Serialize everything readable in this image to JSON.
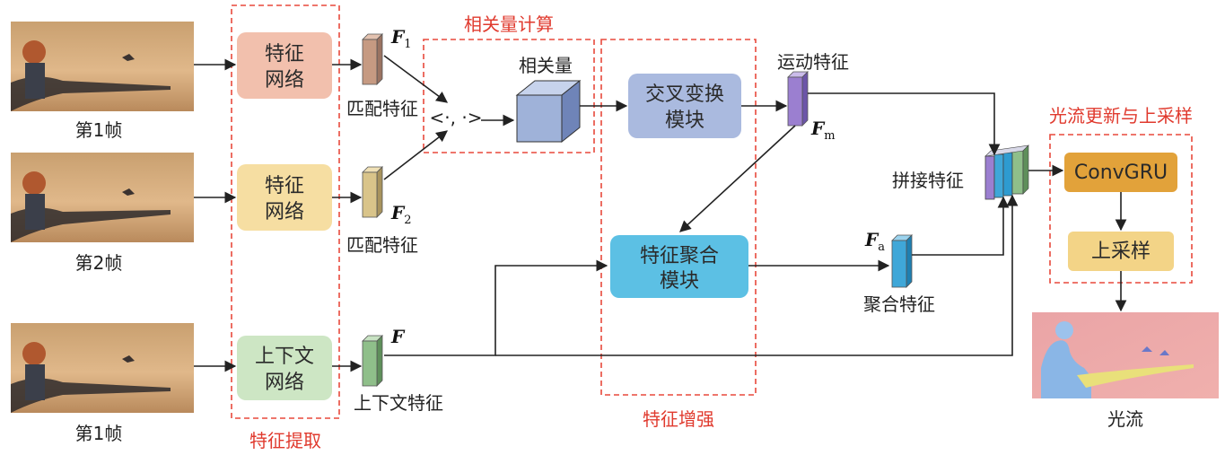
{
  "frames": {
    "frame1_top": {
      "label": "第1帧"
    },
    "frame2": {
      "label": "第2帧"
    },
    "frame1_bottom": {
      "label": "第1帧"
    }
  },
  "groups": {
    "feature_extraction": "特征提取",
    "correlation_calc": "相关量计算",
    "feature_enhance": "特征增强",
    "flow_update": "光流更新与上采样"
  },
  "modules": {
    "feature_net_1": {
      "line1": "特征",
      "line2": "网络",
      "color": "#f2c0ad"
    },
    "feature_net_2": {
      "line1": "特征",
      "line2": "网络",
      "color": "#f6dea2"
    },
    "context_net": {
      "line1": "上下文",
      "line2": "网络",
      "color": "#cde6c4"
    },
    "cross_transform": {
      "line1": "交叉变换",
      "line2": "模块",
      "color": "#aabadf"
    },
    "feature_aggregation": {
      "line1": "特征聚合",
      "line2": "模块",
      "color": "#5cc0e4"
    },
    "convgru": {
      "label": "ConvGRU",
      "color": "#e2a23a"
    },
    "upsample": {
      "label": "上采样",
      "color": "#f3d487"
    }
  },
  "labels": {
    "match_feature_1": "匹配特征",
    "match_feature_2": "匹配特征",
    "context_feature": "上下文特征",
    "correlation_volume": "相关量",
    "dot_product": "<·, ·>",
    "motion_feature": "运动特征",
    "concat_feature": "拼接特征",
    "aggregated_feature": "聚合特征",
    "optical_flow": "光流"
  },
  "symbols": {
    "F1": {
      "main": "F",
      "sub": "1"
    },
    "F2": {
      "main": "F",
      "sub": "2"
    },
    "F": {
      "main": "F"
    },
    "Fm": {
      "main": "F",
      "sub": "m"
    },
    "Fa": {
      "main": "F",
      "sub": "a"
    }
  },
  "colors": {
    "dashed_group": "#e8493c",
    "group_title": "#e03a2e",
    "tensor_f1": "#c69a82",
    "tensor_f2": "#d9c48a",
    "tensor_context": "#8fbf8a",
    "tensor_motion": "#9b7fd0",
    "tensor_agg": "#3fa7d8",
    "cube": "#9fb2d9"
  }
}
